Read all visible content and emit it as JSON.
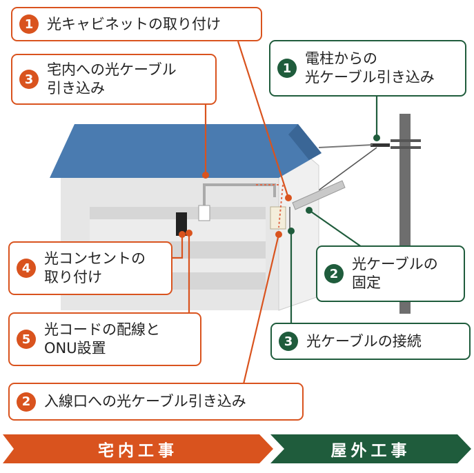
{
  "colors": {
    "indoor": "#d9531e",
    "outdoor": "#1f5c3c",
    "roof": "#4a7bb0",
    "wall": "#e7e7e7",
    "pole": "#6e6e6e"
  },
  "indoor_callouts": [
    {
      "num": "1",
      "text": "光キャビネットの取り付け"
    },
    {
      "num": "3",
      "text": "宅内への光ケーブル\n引き込み"
    },
    {
      "num": "4",
      "text": "光コンセントの\n取り付け"
    },
    {
      "num": "5",
      "text": "光コードの配線と\nONU設置"
    },
    {
      "num": "2",
      "text": "入線口への光ケーブル引き込み"
    }
  ],
  "outdoor_callouts": [
    {
      "num": "1",
      "text": "電柱からの\n光ケーブル引き込み"
    },
    {
      "num": "2",
      "text": "光ケーブルの\n固定"
    },
    {
      "num": "3",
      "text": "光ケーブルの接続"
    }
  ],
  "banners": {
    "indoor": "宅内工事",
    "outdoor": "屋外工事"
  }
}
